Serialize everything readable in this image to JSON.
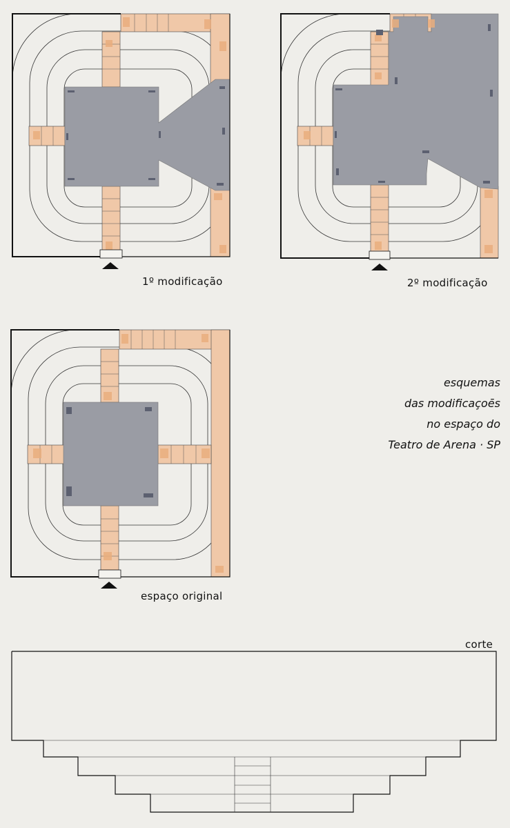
{
  "labels": {
    "mod1": "1º modificação",
    "mod2": "2º modificação",
    "original": "espaço original",
    "corte": "corte"
  },
  "caption": {
    "lines": [
      "esquemas",
      "das modificaçoēs",
      "no espaço do",
      "Teatro de Arena · SP"
    ]
  },
  "colors": {
    "paper": "#efeeea",
    "stage": "#9a9ca4",
    "walkway": "#f0c8a8",
    "tape": "#e9ae7e",
    "tack": "#5c6070",
    "ink": "#111111"
  }
}
